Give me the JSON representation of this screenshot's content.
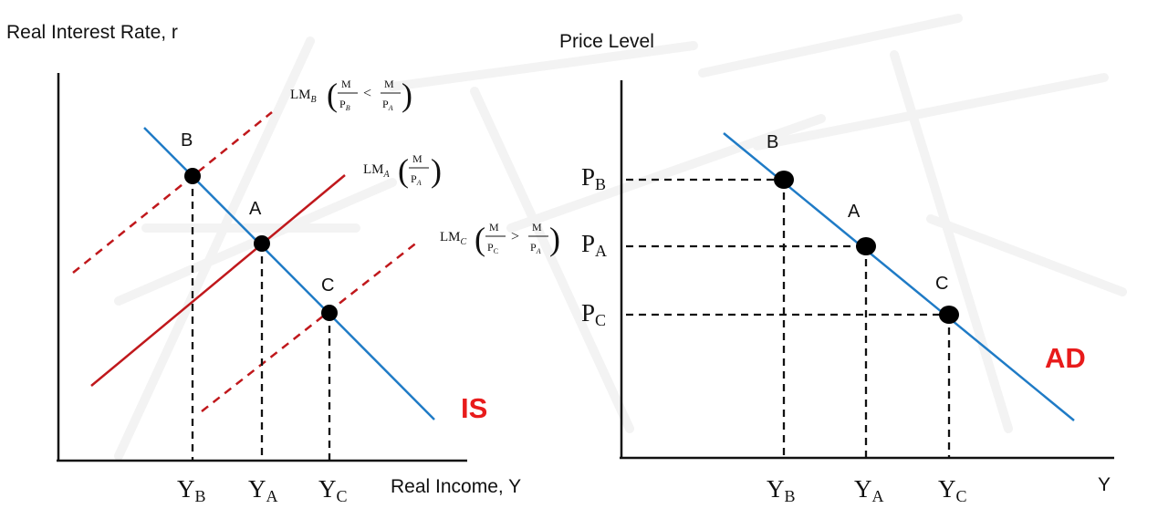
{
  "left_panel": {
    "y_axis_label": "Real Interest Rate, r",
    "x_axis_label": "Real Income, Y",
    "is_label": "IS",
    "points": {
      "b": "B",
      "a": "A",
      "c": "C"
    },
    "ticks": {
      "yb": {
        "main": "Y",
        "sub": "B"
      },
      "ya": {
        "main": "Y",
        "sub": "A"
      },
      "yc": {
        "main": "Y",
        "sub": "C"
      }
    },
    "lm_labels": {
      "lm_b": {
        "name": "LM",
        "sub": "B",
        "numerator": "M",
        "denominator_main": "P",
        "denominator_sub": "B",
        "operator": "<",
        "compare_numerator": "M",
        "compare_denominator_main": "P",
        "compare_denominator_sub": "A"
      },
      "lm_a": {
        "name": "LM",
        "sub": "A",
        "numerator": "M",
        "denominator_main": "P",
        "denominator_sub": "A"
      },
      "lm_c": {
        "name": "LM",
        "sub": "C",
        "numerator": "M",
        "denominator_main": "P",
        "denominator_sub": "C",
        "operator": ">",
        "compare_numerator": "M",
        "compare_denominator_main": "P",
        "compare_denominator_sub": "A"
      }
    }
  },
  "right_panel": {
    "y_axis_label": "Price Level",
    "x_axis_label": "Y",
    "ad_label": "AD",
    "points": {
      "b": "B",
      "a": "A",
      "c": "C"
    },
    "price_ticks": {
      "pb": {
        "main": "P",
        "sub": "B"
      },
      "pa": {
        "main": "P",
        "sub": "A"
      },
      "pc": {
        "main": "P",
        "sub": "C"
      }
    },
    "ticks": {
      "yb": {
        "main": "Y",
        "sub": "B"
      },
      "ya": {
        "main": "Y",
        "sub": "A"
      },
      "yc": {
        "main": "Y",
        "sub": "C"
      }
    }
  },
  "colors": {
    "axis": "#111111",
    "is_curve": "#1f7bc6",
    "ad_curve": "#1f7bc6",
    "lm_curve": "#c0181c",
    "curve_label": "#e81b1b",
    "point": "#000000"
  }
}
